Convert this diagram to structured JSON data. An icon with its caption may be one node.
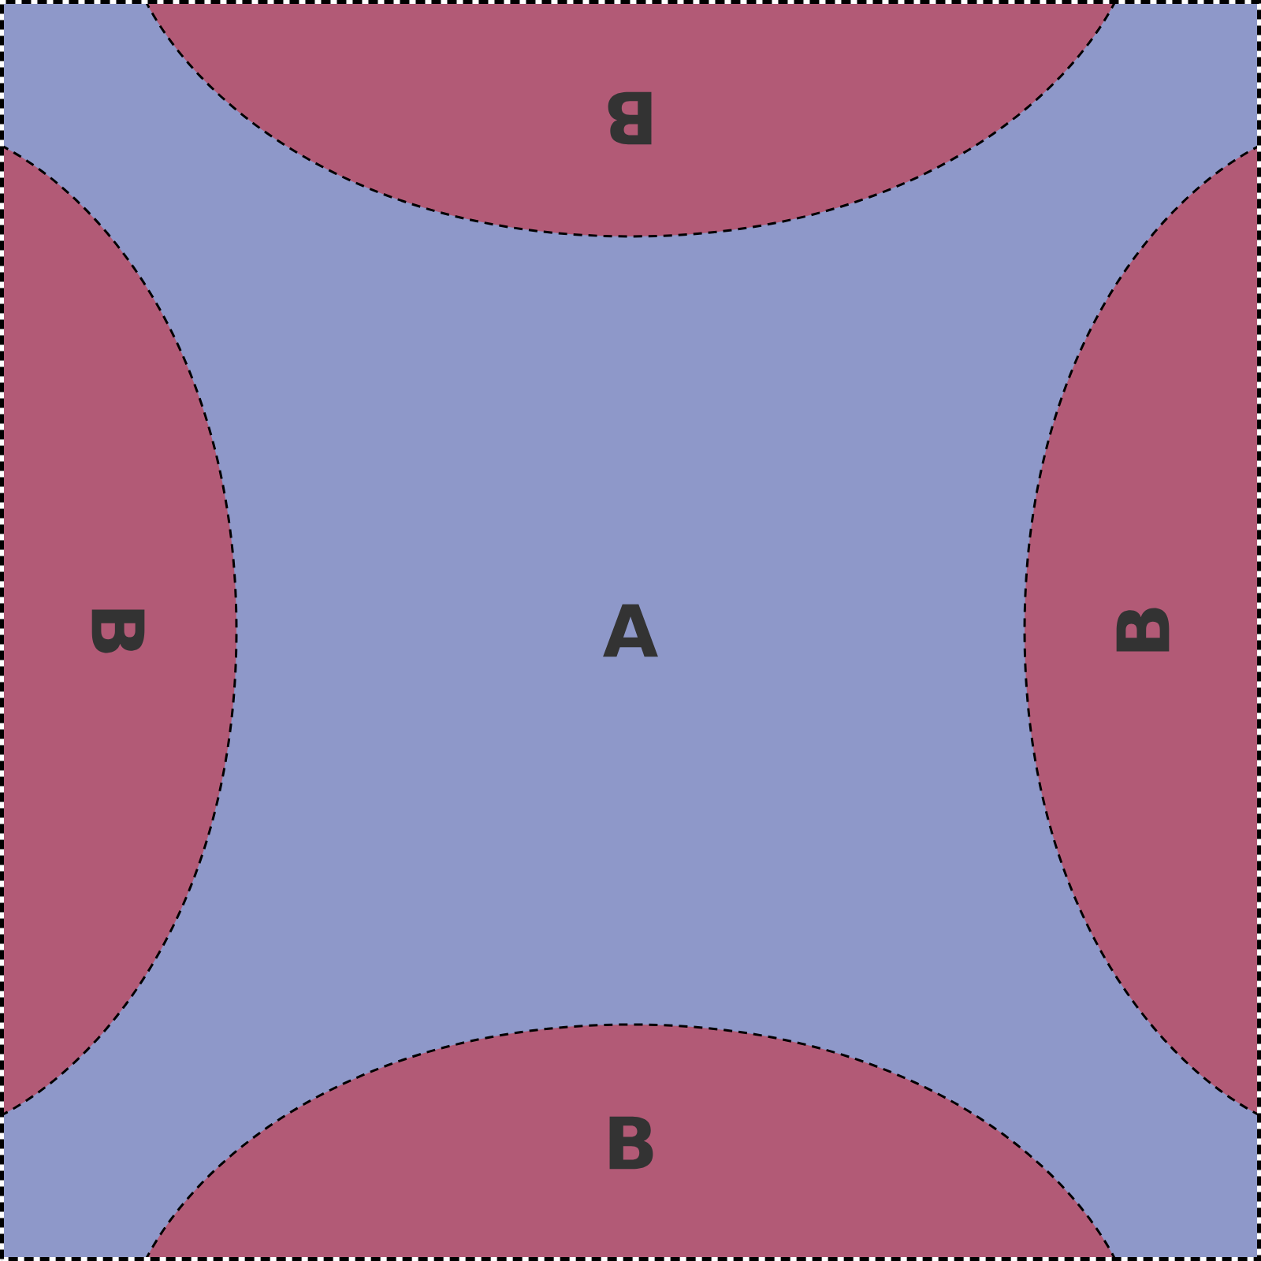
{
  "diagram": {
    "nodes": [
      {
        "text": [
          "A"
        ]
      },
      {
        "text": [
          "B"
        ],
        "in": 0
      },
      {
        "text": [
          "B"
        ],
        "in": 0
      },
      {
        "text": [
          "B"
        ],
        "in": 0
      },
      {
        "text": [
          "B"
        ],
        "in": 0
      }
    ]
  }
}
